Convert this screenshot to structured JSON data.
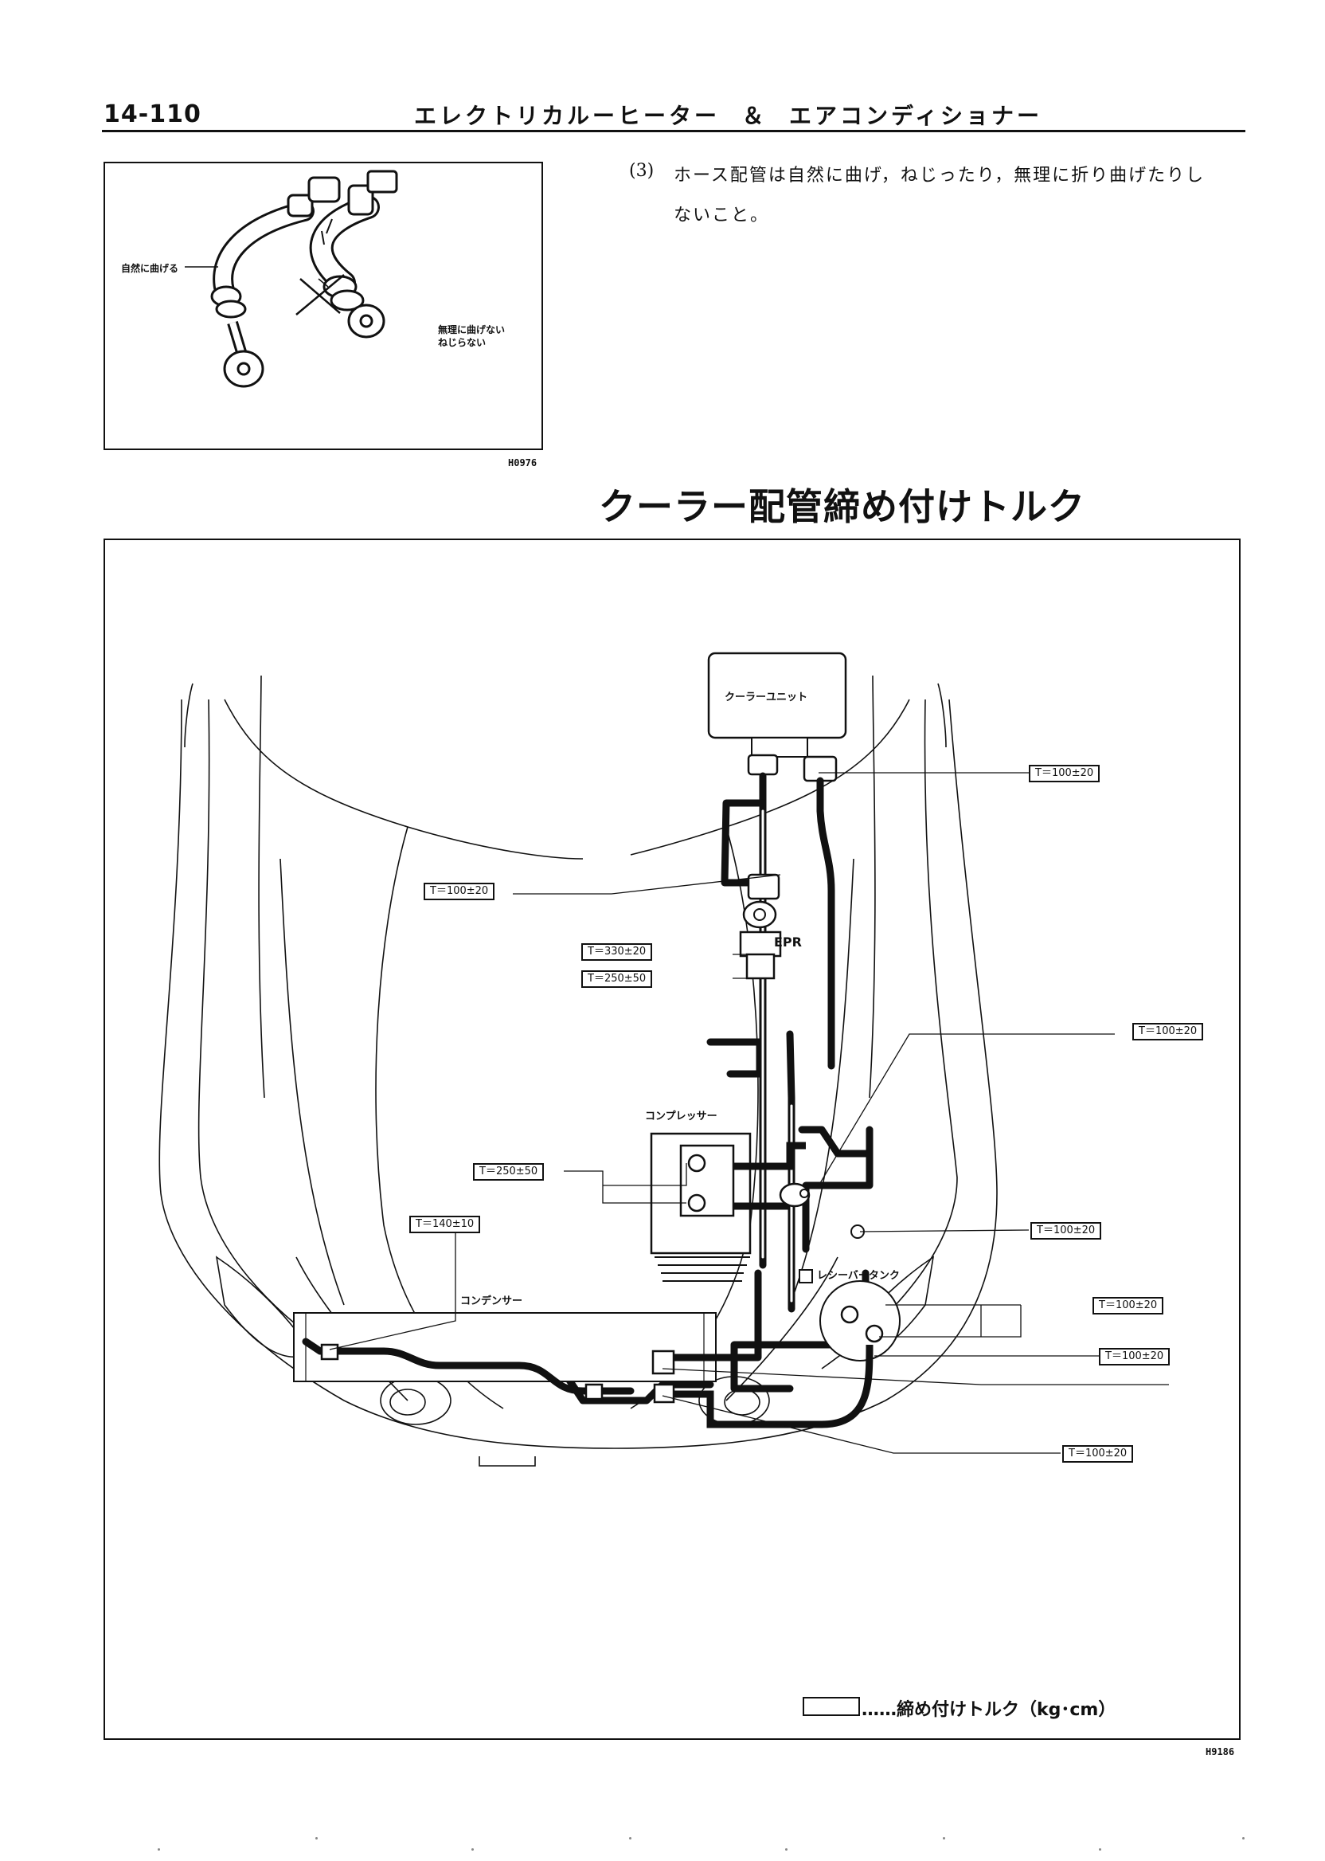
{
  "header": {
    "page_number": "14-110",
    "title": "エレクトリカルーヒーター  ＆  エアコンディショナー"
  },
  "figure1": {
    "label_natural": "自然に曲げる",
    "label_no_force_1": "無理に曲げない",
    "label_no_force_2": "ねじらない",
    "code": "H0976"
  },
  "note": {
    "number": "(3)",
    "line1": "ホース配管は自然に曲げ，ねじったり，無理に折り曲げたりし",
    "line2": "ないこと。"
  },
  "section_title": "クーラー配管締め付けトルク",
  "diagram": {
    "components": {
      "cooler_unit": "クーラーユニット",
      "epr": "EPR",
      "compressor": "コンプレッサー",
      "condenser": "コンデンサー",
      "receiver_tank": "レシーバータンク"
    },
    "torques": {
      "unit_left": "T＝100±20",
      "unit_right": "T＝100±20",
      "epr_upper": "T＝330±20",
      "epr_lower": "T＝250±50",
      "right_mid": "T＝100±20",
      "compressor": "T＝250±50",
      "condenser_inlet": "T＝140±10",
      "right_lower": "T＝100±20",
      "receiver": "T＝100±20",
      "condenser_outlet": "T＝100±20",
      "bottom": "T＝100±20"
    },
    "legend": "……締め付けトルク（kg･cm）",
    "code": "H9186"
  }
}
